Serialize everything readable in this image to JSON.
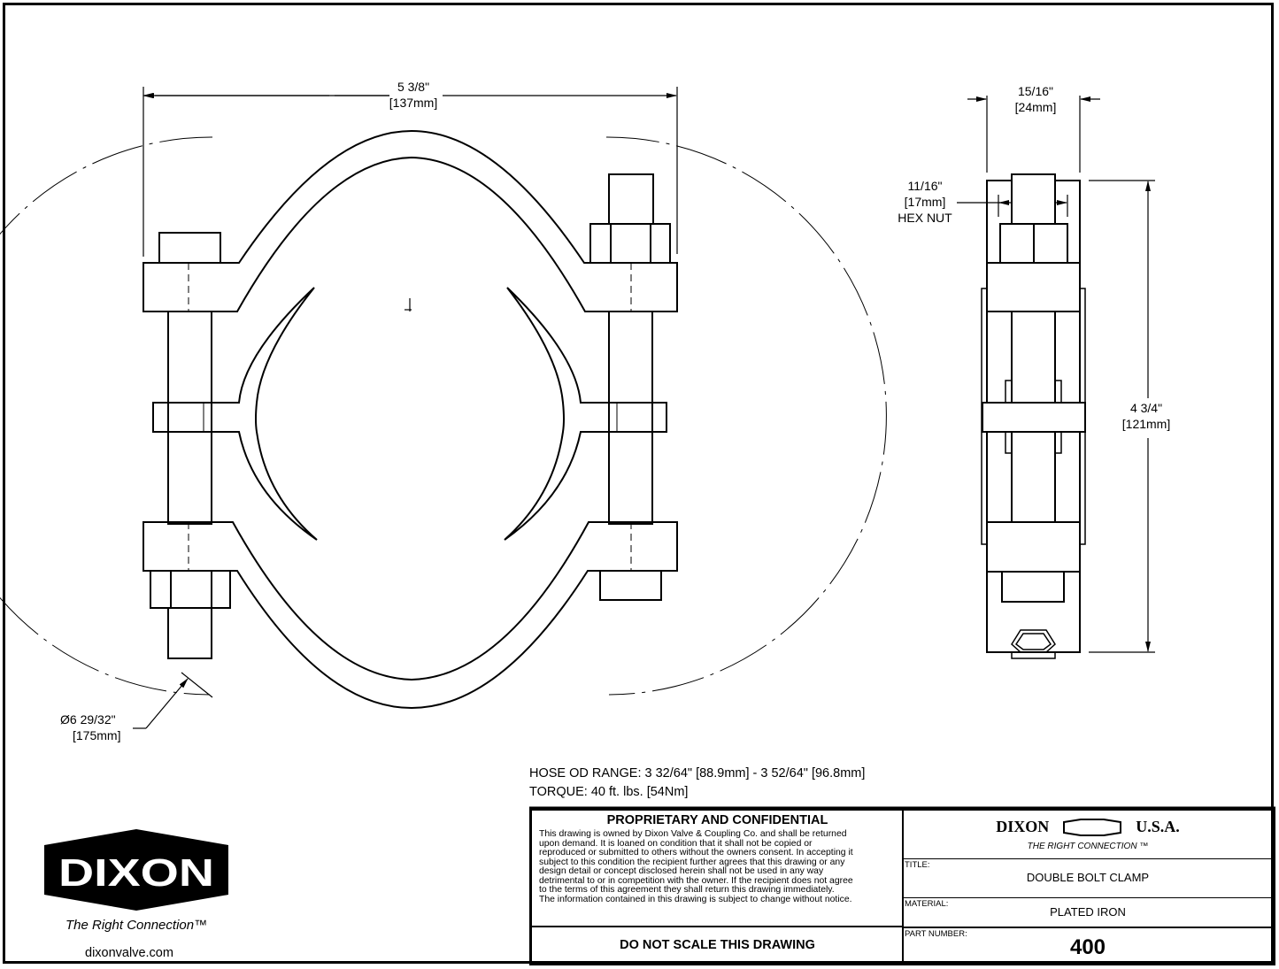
{
  "drawing": {
    "front_view": {
      "overall_width_in": "5 3/8\"",
      "overall_width_mm": "[137mm]",
      "diameter_in": "Ø6 29/32\"",
      "diameter_mm": "[175mm]"
    },
    "side_view": {
      "width_in": "15/16\"",
      "width_mm": "[24mm]",
      "hex_nut_in": "11/16\"",
      "hex_nut_mm": "[17mm]",
      "hex_nut_label": "HEX NUT",
      "height_in": "4 3/4\"",
      "height_mm": "[121mm]"
    }
  },
  "notes": {
    "hose_od_range": "HOSE OD RANGE: 3 32/64\" [88.9mm] - 3 52/64\" [96.8mm]",
    "torque": "TORQUE: 40 ft. lbs. [54Nm]"
  },
  "title_block": {
    "proprietary_title": "PROPRIETARY AND CONFIDENTIAL",
    "proprietary_lines": [
      "This drawing is owned by Dixon Valve & Coupling Co. and shall be returned",
      "upon demand.  It is loaned on condition that it shall not be copied or",
      "reproduced or submitted to others without the owners consent.  In accepting it",
      "subject to this condition the recipient further agrees that this drawing or any",
      "design detail or concept disclosed herein shall not be used in any way",
      "detrimental to or in competition with the owner. If the recipient does not agree",
      "to the terms of this agreement they shall return this drawing immediately.",
      "The information contained in this drawing is subject to change without notice."
    ],
    "do_not_scale": "DO NOT SCALE THIS DRAWING",
    "brand_left": "DIXON",
    "brand_right": "U.S.A.",
    "brand_tagline": "THE RIGHT CONNECTION ™",
    "title_label": "TITLE:",
    "title_value": "DOUBLE BOLT CLAMP",
    "material_label": "MATERIAL:",
    "material_value": "PLATED IRON",
    "part_number_label": "PART NUMBER:",
    "part_number_value": "400"
  },
  "logo": {
    "wordmark": "DIXON",
    "tagline": "The Right Connection™",
    "url": "dixonvalve.com"
  }
}
